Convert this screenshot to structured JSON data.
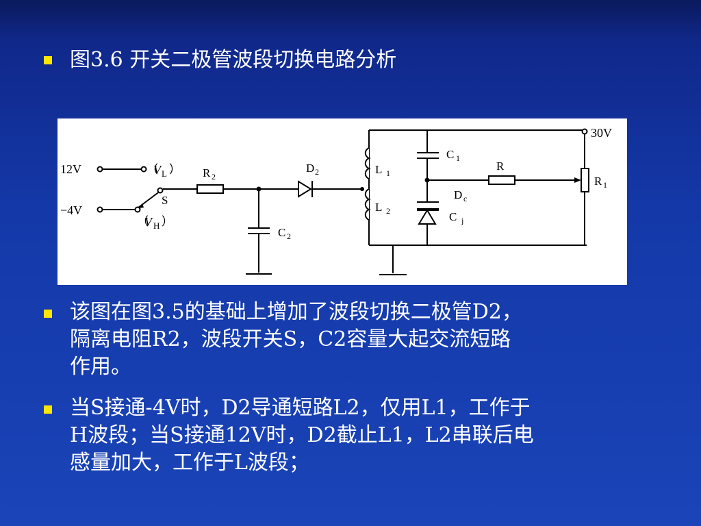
{
  "title": "图3.6  开关二极管波段切换电路分析",
  "diagram": {
    "v12": "12V",
    "vneg4": "−4V",
    "vl_open": "（",
    "vl_italic": "V",
    "vl_sub": "L",
    "vl_close": "）",
    "vh_open": "（",
    "vh_italic": "V",
    "vh_sub": "H",
    "vh_close": "）",
    "switch": "S",
    "r2": "R",
    "r2_sub": "2",
    "d2": "D",
    "d2_sub": "2",
    "c2": "C",
    "c2_sub": "2",
    "l1": "L",
    "l1_sub": "1",
    "l2": "L",
    "l2_sub": "2",
    "c1": "C",
    "c1_sub": "1",
    "dc": "D",
    "dc_sub": "c",
    "cj": "C",
    "cj_sub": "j",
    "r": "R",
    "r1": "R",
    "r1_sub": "1",
    "v30": "30V"
  },
  "paragraphs": [
    {
      "lines": [
        "该图在图3.5的基础上增加了波段切换二极管D2，",
        "隔离电阻R2，波段开关S，C2容量大起交流短路",
        "作用。"
      ]
    },
    {
      "lines": [
        "当S接通-4V时，D2导通短路L2，仅用L1，工作于",
        "H波段；当S接通12V时，D2截止L1，L2串联后电",
        "感量加大，工作于L波段；"
      ]
    }
  ]
}
